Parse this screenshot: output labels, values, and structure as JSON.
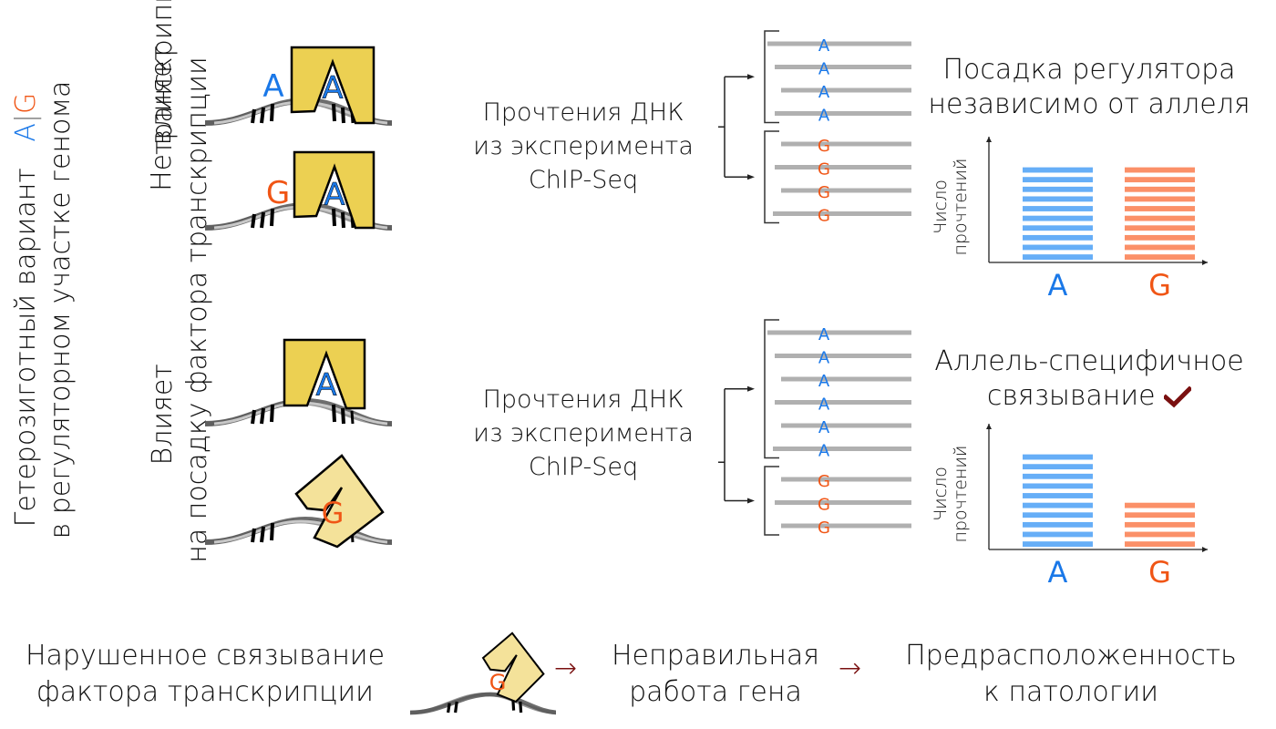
{
  "left_axis_label": {
    "line1": "Гетерозиготный вариант",
    "allele_a": "A",
    "separator": "|",
    "allele_g": "G",
    "line2": "в регуляторном участке генома"
  },
  "scenarios": [
    {
      "label_line1": "Не влияет",
      "label_line2": "транскрипции",
      "dna_panels": [
        {
          "outer_allele": "A",
          "bound_allele": "A",
          "factor": "bound"
        },
        {
          "outer_allele": "G",
          "bound_allele": "A",
          "factor": "bound"
        }
      ],
      "reads_caption": [
        "Прочтения ДНК",
        "из эксперимента",
        "ChIP-Seq"
      ],
      "reads": {
        "A": [
          "A",
          "A",
          "A",
          "A"
        ],
        "G": [
          "G",
          "G",
          "G",
          "G"
        ]
      },
      "result_title": [
        "Посадка регулятора",
        "независимо от аллеля"
      ],
      "checkmark": false
    },
    {
      "label_line1": "Влияет",
      "label_line2": "на посадку фактора транскрипции",
      "dna_panels": [
        {
          "outer_allele": "",
          "bound_allele": "A",
          "factor": "bound"
        },
        {
          "outer_allele": "",
          "bound_allele": "G",
          "factor": "unbound"
        }
      ],
      "reads_caption": [
        "Прочтения ДНК",
        "из эксперимента",
        "ChIP-Seq"
      ],
      "reads": {
        "A": [
          "A",
          "A",
          "A",
          "A",
          "A",
          "A"
        ],
        "G": [
          "G",
          "G",
          "G"
        ]
      },
      "result_title": [
        "Аллель-специфичное",
        "связывание"
      ],
      "checkmark": true
    }
  ],
  "shared_factor_label": "транскрипции",
  "colors": {
    "allele_a": "#1a78e8",
    "allele_g": "#f05515",
    "bar_a": "#66aef7",
    "bar_g": "#fb9068",
    "factor_fill": "#ecd052",
    "factor_fill_unbound": "#f4e29a",
    "arrow": "#7a1010",
    "read": "#b0b0b0"
  },
  "chart_data": [
    {
      "type": "bar",
      "title": "Посадка регулятора независимо от аллеля",
      "ylabel": "Число прочтений",
      "xlabel": "",
      "categories": [
        "A",
        "G"
      ],
      "values": [
        10,
        10
      ],
      "ylim": [
        0,
        13
      ],
      "grid": false,
      "legend": "none"
    },
    {
      "type": "bar",
      "title": "Аллель-специфичное связывание",
      "ylabel": "Число прочтений",
      "xlabel": "",
      "categories": [
        "A",
        "G"
      ],
      "values": [
        10,
        5
      ],
      "ylim": [
        0,
        13
      ],
      "grid": false,
      "legend": "none"
    }
  ],
  "bottom_flow": {
    "step1": [
      "Нарушенное связывание",
      "фактора транскрипции"
    ],
    "step1_allele": "G",
    "step2": [
      "Неправильная",
      "работа гена"
    ],
    "step3": [
      "Предрасположенность",
      "к патологии"
    ],
    "arrow_icon": "→"
  }
}
